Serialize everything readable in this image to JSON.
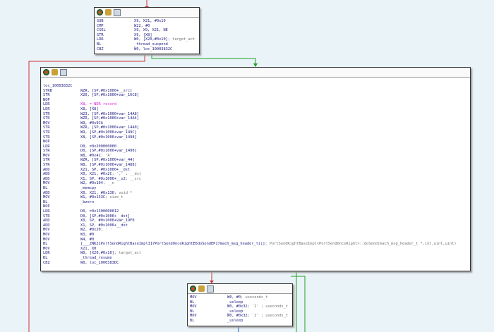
{
  "colors": {
    "true_edge": "#21a021",
    "false_edge": "#d03030",
    "normal_edge": "#2050c0",
    "background": "#e9f3f8"
  },
  "header_icons": [
    "color-icon",
    "hand-icon",
    "graph-overview-icon"
  ],
  "block_top": {
    "lines": [
      [
        "SUB",
        "X9, X21, #0x10",
        ""
      ],
      [
        "CMP",
        "W22, #0",
        ""
      ],
      [
        "CSEL",
        "X9, X9, X21, NE",
        ""
      ],
      [
        "STR",
        "X9, [X8]",
        ""
      ],
      [
        "LDR",
        "W0, [X20,#0x10]",
        "; target_act"
      ],
      [
        "BL",
        "_thread_suspend",
        ""
      ],
      [
        "CBZ",
        "W0, loc_10003832C",
        ""
      ]
    ]
  },
  "block_main": {
    "label": "loc_10003832C",
    "lines": [
      [
        "STRB",
        "WZR, [SP,#0x1000+__src]",
        ""
      ],
      [
        "STR",
        "X20, [SP,#0x1000+var_16C8]",
        ""
      ],
      [
        "NOP",
        "",
        ""
      ],
      [
        "LDR",
        "X8, =_NDR_record",
        ""
      ],
      [
        "LDR",
        "X8, [X8]",
        ""
      ],
      [
        "STR",
        "W23, [SP,#0x1000+var_14A8]",
        ""
      ],
      [
        "STR",
        "WZR, [SP,#0x1000+var_14A4]",
        ""
      ],
      [
        "MOV",
        "W9, #0x9CA",
        ""
      ],
      [
        "STR",
        "WZR, [SP,#0x1000+var_14A0]",
        ""
      ],
      [
        "STR",
        "W9, [SP,#0x1000+var_149C]",
        ""
      ],
      [
        "STR",
        "X8, [SP,#0x1000+var_1498]",
        ""
      ],
      [
        "NOP",
        "",
        ""
      ],
      [
        "LDR",
        "D0, =0x200000000",
        ""
      ],
      [
        "STR",
        "D0, [SP,#0x1000+var_1490]",
        ""
      ],
      [
        "MOV",
        "W8, #0x41",
        "; 'A'"
      ],
      [
        "STR",
        "WZR, [SP,#0x1000+var_44]",
        ""
      ],
      [
        "STR",
        "W8, [SP,#0x1000+var_1488]",
        ""
      ],
      [
        "ADD",
        "X21, SP, #0x1000+__dst",
        ""
      ],
      [
        "ADD",
        "X0, X21, #0x2C",
        "; ',' ; __dst"
      ],
      [
        "ADD",
        "X1, SP, #0x1000+__s2",
        "; __src"
      ],
      [
        "MOV",
        "W2, #0x104",
        "; __n"
      ],
      [
        "BL",
        "_memcpy",
        ""
      ],
      [
        "ADD",
        "X0, X21, #0x130",
        "; void *"
      ],
      [
        "MOV",
        "W1, #0x133C",
        "; size_t"
      ],
      [
        "BL",
        "_bzero",
        ""
      ],
      [
        "NOP",
        "",
        ""
      ],
      [
        "LDR",
        "D0, =0x1300000012",
        ""
      ],
      [
        "STR",
        "D0, [SP,#0x1000+__dst]",
        ""
      ],
      [
        "ADD",
        "X0, SP, #0x1000+var_19F0",
        ""
      ],
      [
        "ADD",
        "X1, SP, #0x1000+__dst",
        ""
      ],
      [
        "MOV",
        "W2, #0x20",
        "; ' '"
      ],
      [
        "MOV",
        "W3, #0",
        ""
      ],
      [
        "MOV",
        "W4, #0",
        ""
      ],
      [
        "BL",
        "j___ZNK21PortSendRightBaseImplI17PortSendOnceRightE6doSendEP17mach_msg_header_tijj",
        "; PortSendRightBaseImpl<PortSendOnceRight>::doSend(mach_msg_header_t *,int,uint,uint)"
      ],
      [
        "MOV",
        "X21, X0",
        ""
      ],
      [
        "LDR",
        "W0, [X20,#0x10]",
        "; target_act"
      ],
      [
        "BL",
        "_thread_resume",
        ""
      ],
      [
        "CBZ",
        "W0, loc_1000383DC",
        ""
      ]
    ]
  },
  "block_bottom": {
    "lines": [
      [
        "MOV",
        "W0, #0",
        "; useconds_t"
      ],
      [
        "BL",
        "_usleep",
        ""
      ],
      [
        "MOV",
        "W0, #0x32",
        "; '2' ; useconds_t"
      ],
      [
        "BL",
        "_usleep",
        ""
      ],
      [
        "MOV",
        "W0, #0x32",
        "; '2' ; useconds_t"
      ],
      [
        "BL",
        "_usleep",
        ""
      ]
    ]
  }
}
